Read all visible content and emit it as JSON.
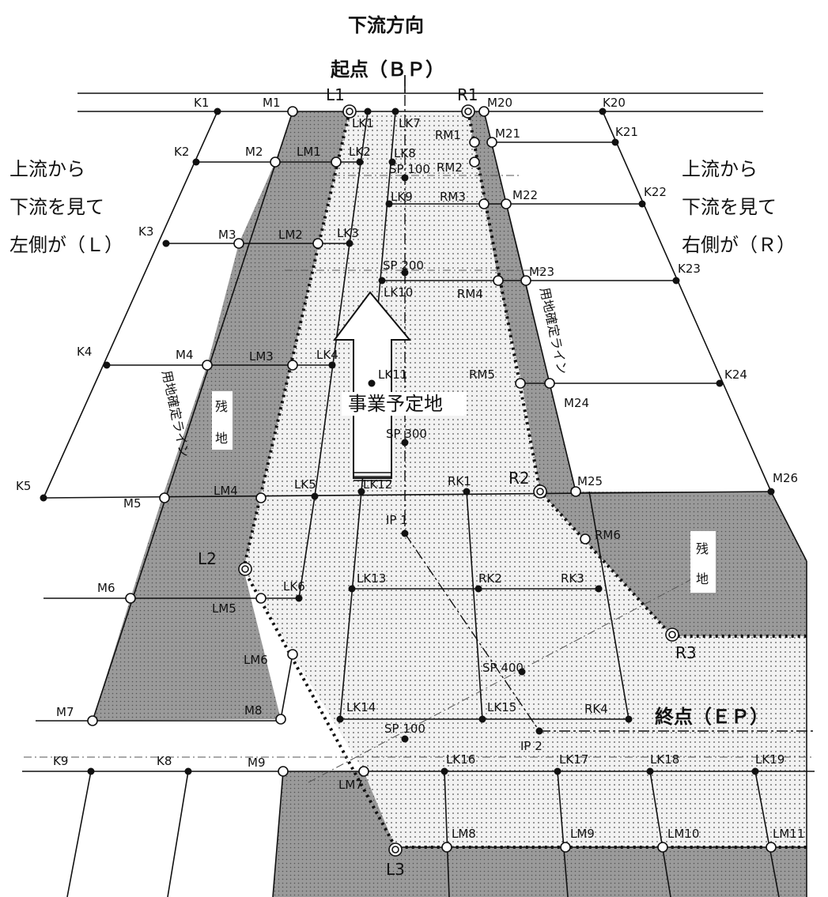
{
  "title": "下流方向",
  "start_label": "起点（ＢＰ）",
  "end_label": "終点（ＥＰ）",
  "side_left": [
    "上流から",
    "下流を見て",
    "左側が（Ｌ）"
  ],
  "side_right": [
    "上流から",
    "下流を見て",
    "右側が（Ｒ）"
  ],
  "project_label": "事業予定地",
  "zan_chi": "残地",
  "yochi_line": "用地確定ライン",
  "colors": {
    "line": "#111111",
    "shade": "#a9a9a9",
    "dotbg": "#e8e8e8"
  },
  "points": {
    "K1": "K1",
    "K2": "K2",
    "K3": "K3",
    "K4": "K4",
    "K5": "K5",
    "K8": "K8",
    "K9": "K9",
    "K20": "K20",
    "K21": "K21",
    "K22": "K22",
    "K23": "K23",
    "K24": "K24",
    "M1": "M1",
    "M2": "M2",
    "M3": "M3",
    "M4": "M4",
    "M5": "M5",
    "M6": "M6",
    "M7": "M7",
    "M8": "M8",
    "M9": "M9",
    "M20": "M20",
    "M21": "M21",
    "M22": "M22",
    "M23": "M23",
    "M24": "M24",
    "M25": "M25",
    "M26": "M26",
    "LM1": "LM1",
    "LM2": "LM2",
    "LM3": "LM3",
    "LM4": "LM4",
    "LM5": "LM5",
    "LM6": "LM6",
    "LM7": "LM7",
    "LM8": "LM8",
    "LM9": "LM9",
    "LM10": "LM10",
    "LM11": "LM11",
    "LK1": "LK1",
    "LK2": "LK2",
    "LK3": "LK3",
    "LK4": "LK4",
    "LK5": "LK5",
    "LK6": "LK6",
    "LK7": "LK7",
    "LK8": "LK8",
    "LK9": "LK9",
    "LK10": "LK10",
    "LK11": "LK11",
    "LK12": "LK12",
    "LK13": "LK13",
    "LK14": "LK14",
    "LK15": "LK15",
    "LK16": "LK16",
    "LK17": "LK17",
    "LK18": "LK18",
    "LK19": "LK19",
    "RM1": "RM1",
    "RM2": "RM2",
    "RM3": "RM3",
    "RM4": "RM4",
    "RM5": "RM5",
    "RM6": "RM6",
    "RK1": "RK1",
    "RK2": "RK2",
    "RK3": "RK3",
    "RK4": "RK4",
    "L1": "L1",
    "L2": "L2",
    "L3": "L3",
    "R1": "R1",
    "R2": "R2",
    "R3": "R3",
    "SP100": "SP 100",
    "SP200": "SP 200",
    "SP300": "SP 300",
    "SP400": "SP 400",
    "SP100b": "SP 100",
    "IP1": "IP 1",
    "IP2": "IP 2"
  }
}
